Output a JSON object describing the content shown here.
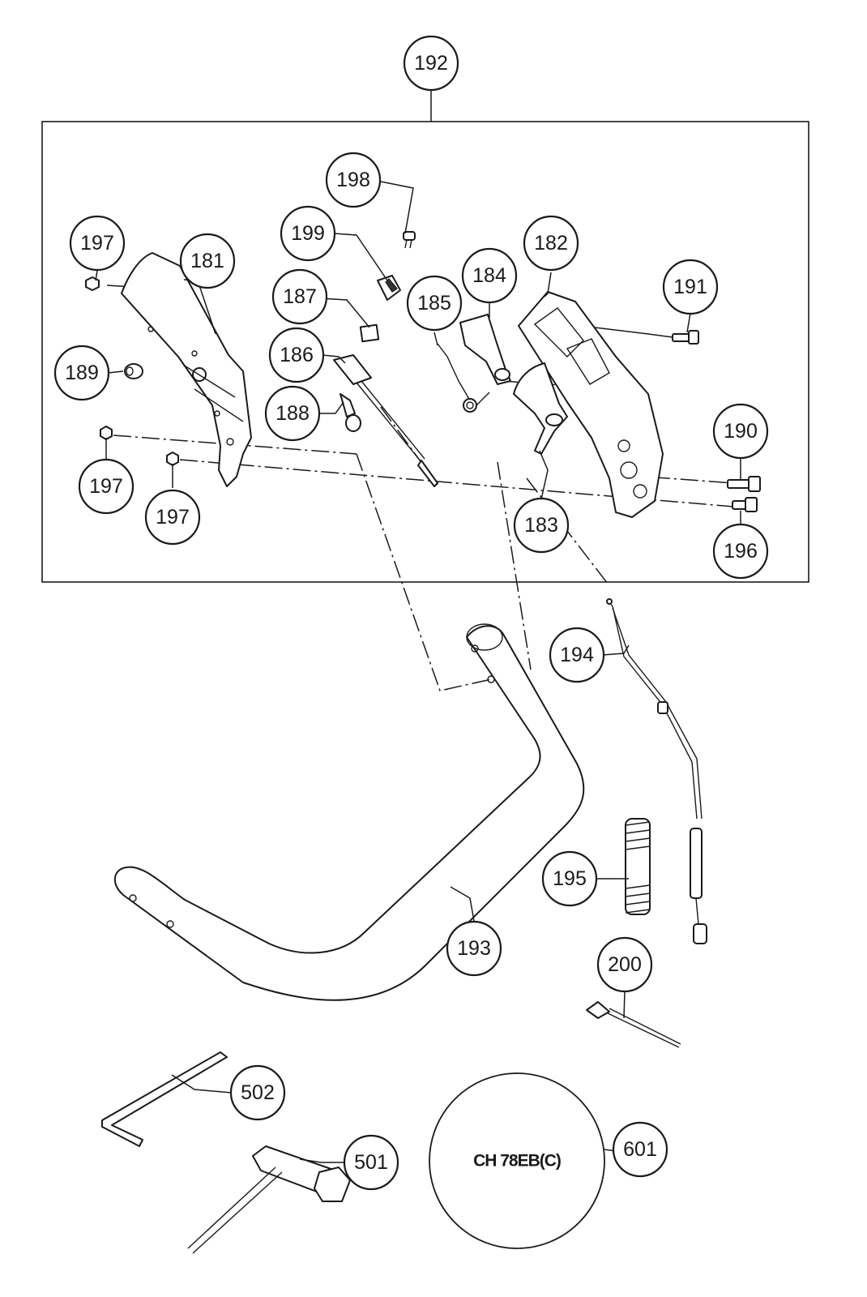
{
  "callouts": {
    "c181": "181",
    "c182": "182",
    "c183": "183",
    "c184": "184",
    "c185": "185",
    "c186": "186",
    "c187": "187",
    "c188": "188",
    "c189": "189",
    "c190": "190",
    "c191": "191",
    "c192": "192",
    "c193": "193",
    "c194": "194",
    "c195": "195",
    "c196": "196",
    "c197a": "197",
    "c197b": "197",
    "c197c": "197",
    "c198": "198",
    "c199": "199",
    "c200": "200",
    "c501": "501",
    "c502": "502",
    "c601": "601"
  },
  "label_disc": {
    "model": "CH 78EB(C)"
  }
}
